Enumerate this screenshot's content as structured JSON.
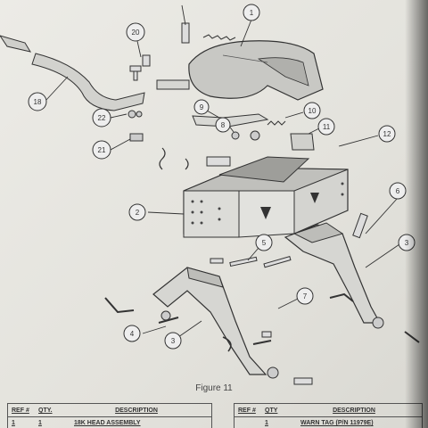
{
  "figure": {
    "caption": "Figure 11",
    "callouts": [
      "1",
      "2",
      "3",
      "3",
      "4",
      "5",
      "6",
      "7",
      "8",
      "9",
      "10",
      "11",
      "12",
      "18",
      "20",
      "21",
      "22"
    ]
  },
  "tables": {
    "left": {
      "headers": [
        "REF #",
        "QTY.",
        "DESCRIPTION"
      ],
      "rows": [
        [
          "1",
          "1",
          "18K HEAD ASSEMBLY"
        ]
      ]
    },
    "right": {
      "headers": [
        "REF #",
        "QTY",
        "DESCRIPTION"
      ],
      "rows": [
        [
          "",
          "1",
          "WARN TAG (P/N 11979E)"
        ]
      ]
    }
  },
  "colors": {
    "paper": "#e6e5df",
    "ink": "#333333",
    "part_fill": "#d0d0cc"
  }
}
